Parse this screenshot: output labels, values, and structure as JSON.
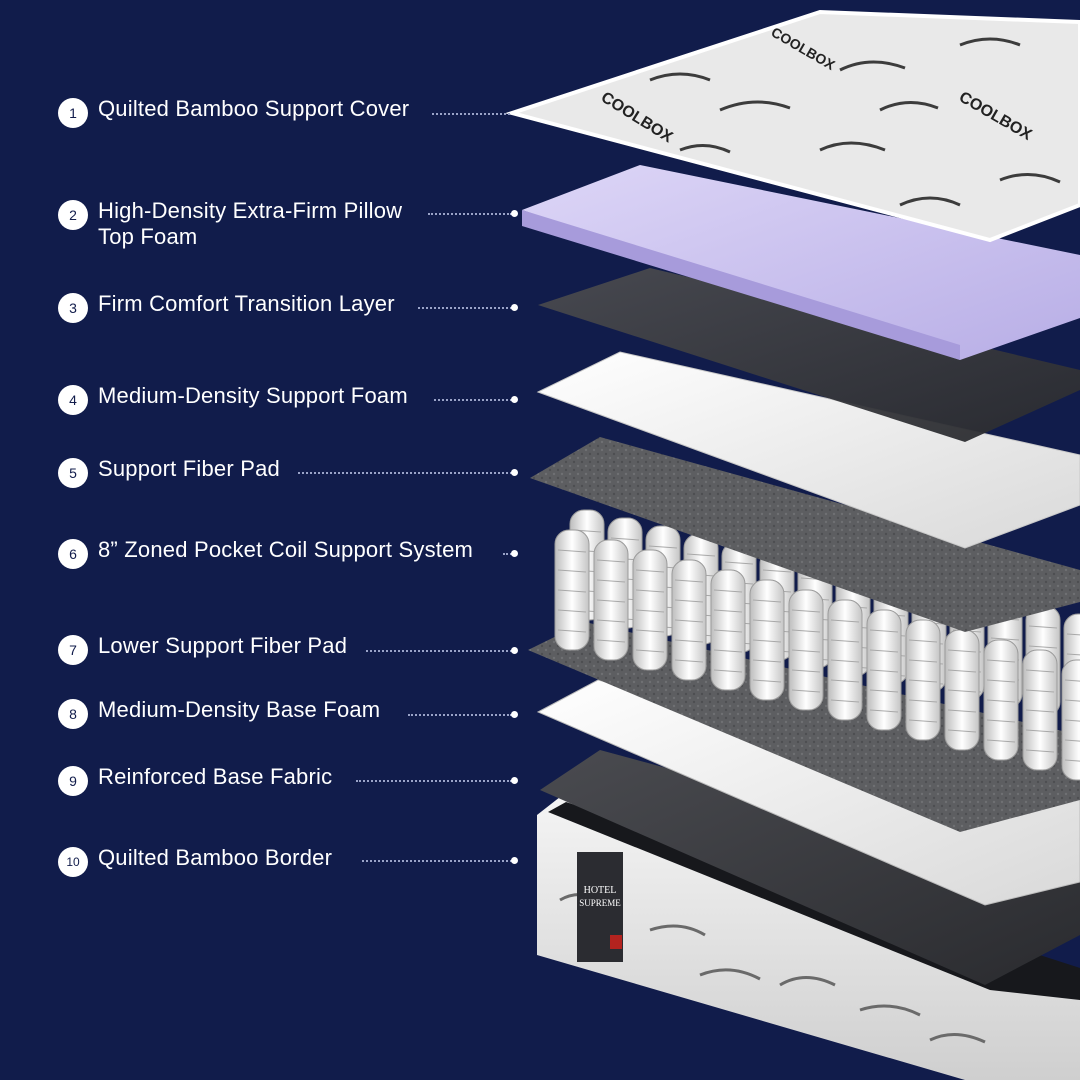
{
  "layers": [
    {
      "number": "1",
      "label": "Quilted Bamboo Support Cover"
    },
    {
      "number": "2",
      "label": "High-Density Extra-Firm Pillow Top Foam"
    },
    {
      "number": "3",
      "label": "Firm Comfort Transition Layer"
    },
    {
      "number": "4",
      "label": "Medium-Density Support Foam"
    },
    {
      "number": "5",
      "label": "Support Fiber Pad"
    },
    {
      "number": "6",
      "label": "8” Zoned Pocket Coil Support System"
    },
    {
      "number": "7",
      "label": "Lower Support Fiber Pad"
    },
    {
      "number": "8",
      "label": "Medium-Density Base Foam"
    },
    {
      "number": "9",
      "label": "Reinforced Base Fabric"
    },
    {
      "number": "10",
      "label": "Quilted Bamboo Border"
    }
  ],
  "cover_brand": "COOLBOX",
  "border_tag": {
    "line1": "HOTEL",
    "line2": "SUPREME"
  },
  "colors": {
    "background": "#111c4b",
    "pillow_top_foam": "#cbc3ef",
    "fiber_pad": "#5c5c5e",
    "white_foam": "#ececec",
    "black_layer": "#2d2e32"
  }
}
